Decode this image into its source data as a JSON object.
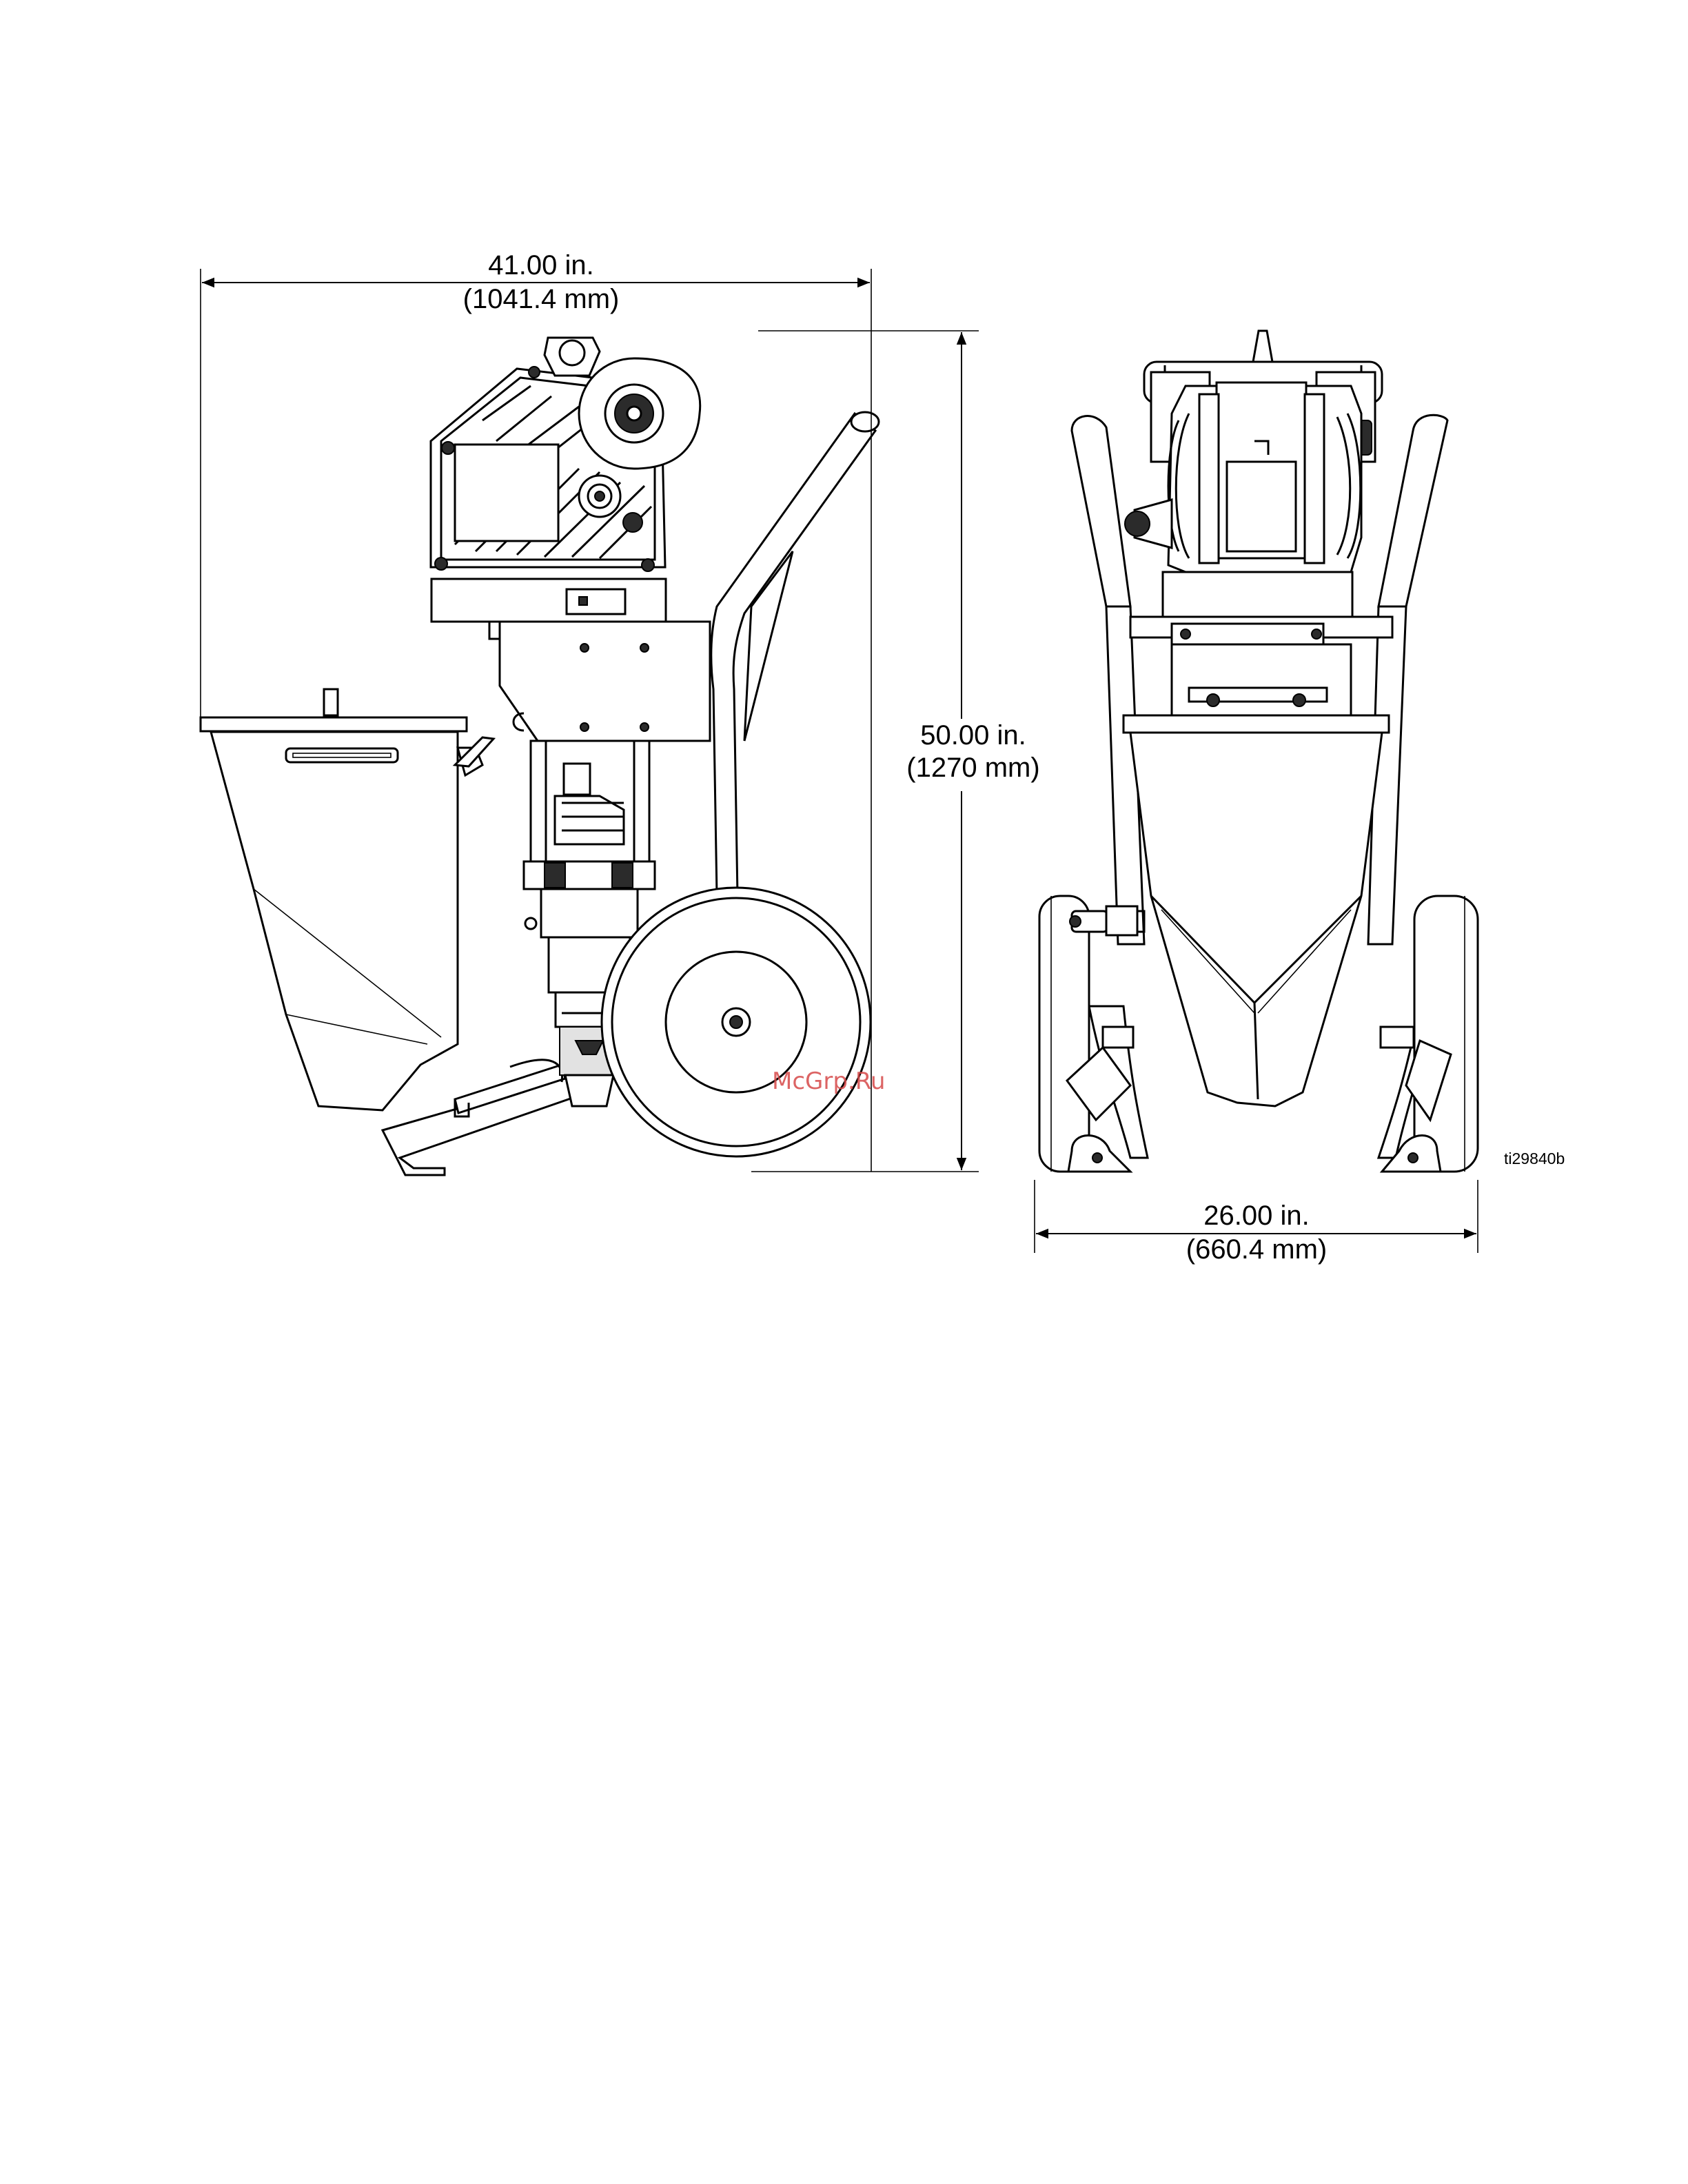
{
  "dimensions": {
    "overall_length": {
      "line1": "41.00 in.",
      "line2": "(1041.4 mm)"
    },
    "overall_height": {
      "line1": "50.00 in.",
      "line2": "(1270 mm)"
    },
    "overall_width": {
      "line1": "26.00 in.",
      "line2": "(660.4 mm)"
    }
  },
  "figure_id": "ti29840b",
  "watermark": "McGrp.Ru"
}
